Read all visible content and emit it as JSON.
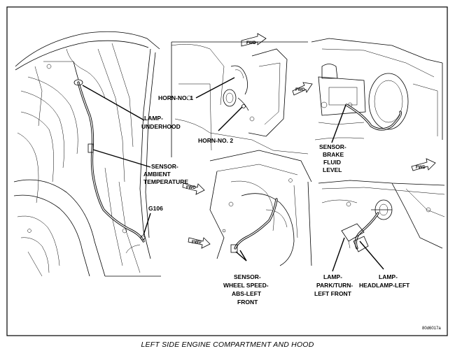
{
  "diagram": {
    "caption": "LEFT SIDE ENGINE COMPARTMENT AND HOOD",
    "figure_id": "80d6017a",
    "fwd_text": "FWD",
    "labels": {
      "lamp_underhood": [
        "LAMP-",
        "UNDERHOOD"
      ],
      "sensor_ambient": [
        "SENSOR-",
        "AMBIENT",
        "TEMPERATURE"
      ],
      "g106": "G106",
      "horn1": "HORN-NO. 1",
      "horn2": "HORN-NO. 2",
      "sensor_brake": [
        "SENSOR-",
        "BRAKE",
        "FLUID",
        "LEVEL"
      ],
      "sensor_wheel": [
        "SENSOR-",
        "WHEEL SPEED-",
        "ABS-LEFT",
        "FRONT"
      ],
      "lamp_park": [
        "LAMP-",
        "PARK/TURN-",
        "LEFT FRONT"
      ],
      "lamp_head": [
        "LAMP-",
        "HEADLAMP-LEFT"
      ]
    }
  }
}
